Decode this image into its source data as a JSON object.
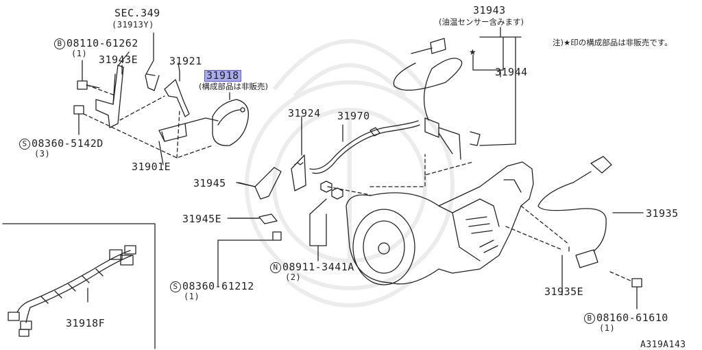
{
  "parts": {
    "sec349": "SEC.349",
    "sec349_sub": "(31913Y)",
    "p31943": "31943",
    "p31943_note": "(油温センサー含みます)",
    "note": "注)★印の構成部品は非販売です。",
    "bolt_08110": "08110-61262",
    "bolt_08110_qty": "(1)",
    "p31943E": "31943E",
    "p31921": "31921",
    "p31918": "31918",
    "p31918_note": "(構成部品は非販売)",
    "p31944": "31944",
    "p31924": "31924",
    "p31970": "31970",
    "screw_08360_5142D": "08360-5142D",
    "screw_08360_5142D_qty": "(3)",
    "p31901E": "31901E",
    "p31945": "31945",
    "p31945E": "31945E",
    "p31935": "31935",
    "nut_08911": "08911-3441A",
    "nut_08911_qty": "(2)",
    "screw_08360_61212": "08360-61212",
    "screw_08360_61212_qty": "(1)",
    "p31935E": "31935E",
    "p31918F": "31918F",
    "bolt_08160": "08160-61610",
    "bolt_08160_qty": "(1)",
    "diagram_id": "A319A143"
  },
  "prefix": {
    "B": "B",
    "S": "S",
    "N": "N"
  },
  "star": "★",
  "colors": {
    "line": "#222222",
    "highlight": "#a9abee",
    "highlight_border": "#5a5fc0"
  }
}
